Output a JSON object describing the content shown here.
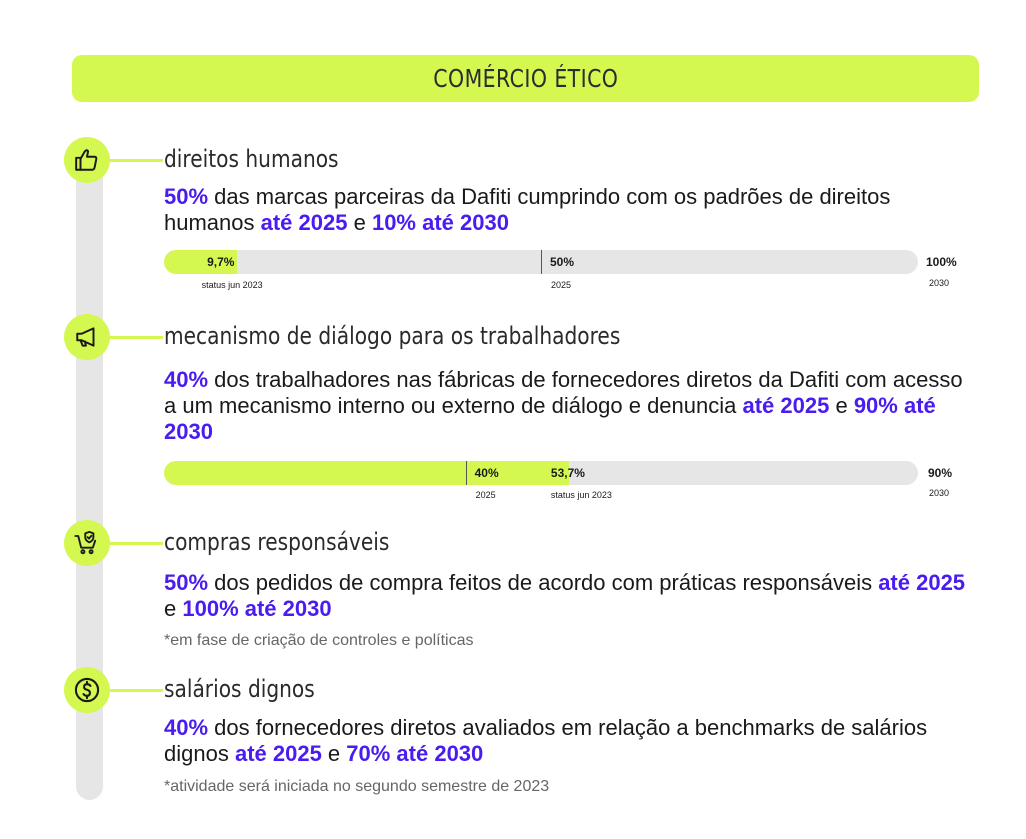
{
  "header": {
    "title": "COMÉRCIO ÉTICO"
  },
  "sections": [
    {
      "title": "direitos humanos",
      "desc": {
        "pct": "50%",
        "text1": " das marcas parceiras da Dafiti cumprindo com os padrões de direitos humanos ",
        "goal1": "até 2025",
        "mid": " e ",
        "goal2": "10% até 2030"
      },
      "progress": {
        "status_value": 9.7,
        "status_label": "9,7%",
        "status_sub": "status jun 2023",
        "goal_value": 50,
        "goal_label": "50%",
        "goal_sub": "2025",
        "end_label": "100%",
        "end_sub": "2030"
      }
    },
    {
      "title": "mecanismo de diálogo para os trabalhadores",
      "desc": {
        "pct": "40%",
        "text1": " dos trabalhadores nas fábricas de fornecedores diretos da Dafiti com acesso a um mecanismo interno ou externo de diálogo e denuncia ",
        "goal1": "até 2025",
        "mid": " e ",
        "goal2": "90% até 2030"
      },
      "progress": {
        "status_value": 53.7,
        "status_label": "53,7%",
        "status_sub": "status jun 2023",
        "goal_value": 40,
        "goal_label": "40%",
        "goal_sub": "2025",
        "end_label": "90%",
        "end_sub": "2030"
      }
    },
    {
      "title": "compras responsáveis",
      "desc": {
        "pct": "50%",
        "text1": " dos pedidos de compra feitos de acordo com práticas responsáveis ",
        "goal1": "até 2025",
        "mid": " e ",
        "goal2": "100% até 2030"
      },
      "note": "*em fase de criação de controles e políticas"
    },
    {
      "title": "salários dignos",
      "desc": {
        "pct": "40%",
        "text1": " dos fornecedores diretos avaliados em relação a benchmarks de salários dignos ",
        "goal1": "até 2025",
        "mid": " e ",
        "goal2": "70% até 2030"
      },
      "note": "*atividade será iniciada no segundo semestre de 2023"
    }
  ],
  "icons": [
    "thumbs-up-icon",
    "megaphone-icon",
    "shopping-cart-shield-icon",
    "dollar-coin-icon"
  ],
  "colors": {
    "accent": "#d4f84f",
    "highlight": "#4a1cf0",
    "track": "#e6e6e6"
  }
}
